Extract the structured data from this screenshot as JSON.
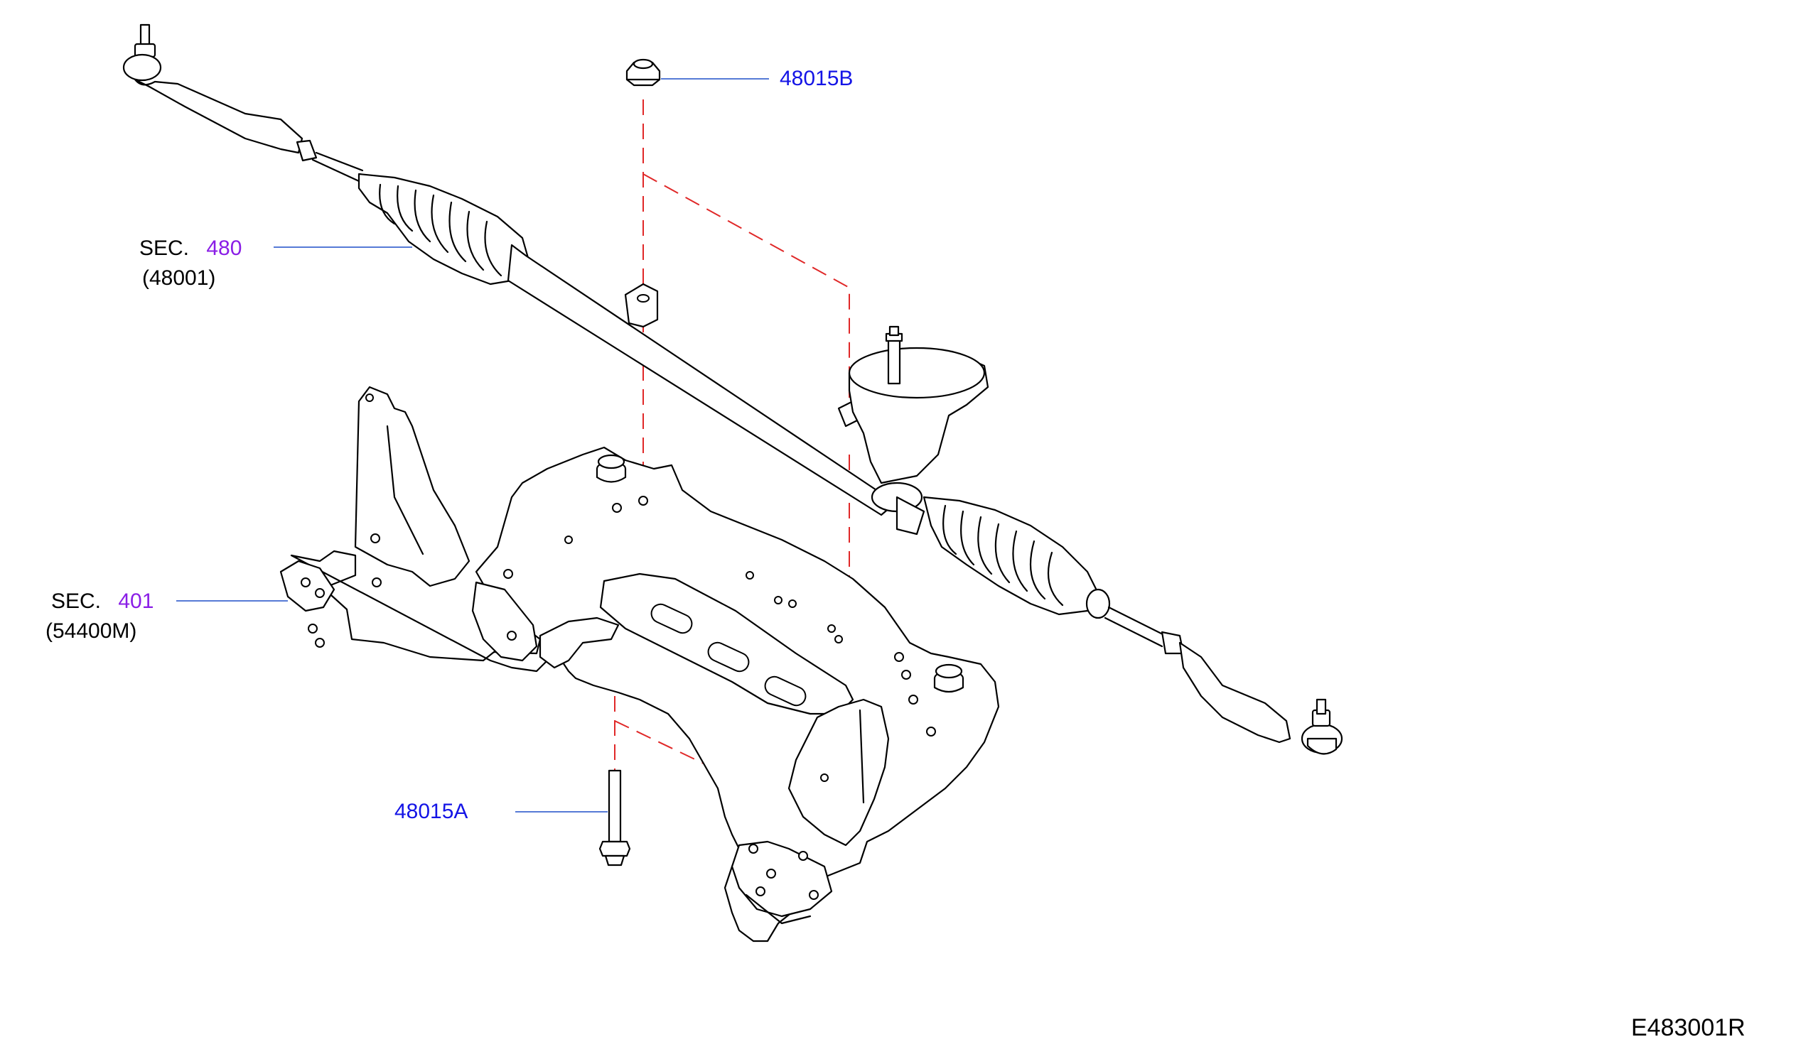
{
  "diagram_code": "E483001R",
  "callouts": {
    "nut": {
      "part_number": "48015B",
      "color": "#1414e6"
    },
    "bolt": {
      "part_number": "48015A",
      "color": "#1414e6"
    },
    "steering_gear": {
      "sec_prefix": "SEC.",
      "sec_number": "480",
      "ref": "(48001)",
      "sec_color": "#8a1ee6"
    },
    "member": {
      "sec_prefix": "SEC.",
      "sec_number": "401",
      "ref": "(54400M)",
      "sec_color": "#8a1ee6"
    }
  },
  "colors": {
    "leader_line": "#1e4fc8",
    "alignment_line": "#e02828",
    "outline": "#000000"
  }
}
